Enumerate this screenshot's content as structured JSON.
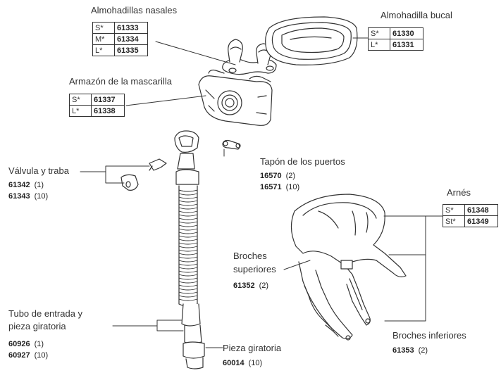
{
  "nasal_pillows": {
    "title": "Almohadillas nasales",
    "sizes": [
      {
        "size": "S*",
        "code": "61333"
      },
      {
        "size": "M*",
        "code": "61334"
      },
      {
        "size": "L*",
        "code": "61335"
      }
    ]
  },
  "oral_cushion": {
    "title": "Almohadilla bucal",
    "sizes": [
      {
        "size": "S*",
        "code": "61330"
      },
      {
        "size": "L*",
        "code": "61331"
      }
    ]
  },
  "mask_frame": {
    "title": "Armazón de la mascarilla",
    "sizes": [
      {
        "size": "S*",
        "code": "61337"
      },
      {
        "size": "L*",
        "code": "61338"
      }
    ]
  },
  "port_cap": {
    "title": "Tapón de los puertos",
    "codes": [
      {
        "code": "16570",
        "qty": "(2)"
      },
      {
        "code": "16571",
        "qty": "(10)"
      }
    ]
  },
  "valve_clip": {
    "title": "Válvula y traba",
    "codes": [
      {
        "code": "61342",
        "qty": "(1)"
      },
      {
        "code": "61343",
        "qty": "(10)"
      }
    ]
  },
  "headgear": {
    "title": "Arnés",
    "sizes": [
      {
        "size": "S*",
        "code": "61348"
      },
      {
        "size": "St*",
        "code": "61349"
      }
    ]
  },
  "upper_clips": {
    "title_line1": "Broches",
    "title_line2": "superiores",
    "codes": [
      {
        "code": "61352",
        "qty": "(2)"
      }
    ]
  },
  "inlet_tube": {
    "title_line1": "Tubo de entrada y",
    "title_line2": "pieza giratoria",
    "codes": [
      {
        "code": "60926",
        "qty": "(1)"
      },
      {
        "code": "60927",
        "qty": "(10)"
      }
    ]
  },
  "lower_clips": {
    "title": "Broches inferiores",
    "codes": [
      {
        "code": "61353",
        "qty": "(2)"
      }
    ]
  },
  "swivel": {
    "title": "Pieza giratoria",
    "codes": [
      {
        "code": "60014",
        "qty": "(10)"
      }
    ]
  }
}
